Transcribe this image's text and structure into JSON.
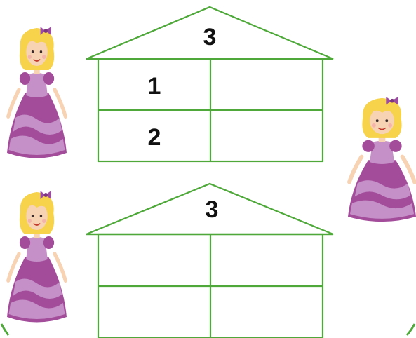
{
  "colors": {
    "house_outline": "#4fa83a",
    "dress_dark": "#a24c9a",
    "dress_light": "#c58fc7",
    "hair": "#f6d34a",
    "skin": "#f7d2b3",
    "bow": "#9b4ca0",
    "background": "#ffffff"
  },
  "houses": [
    {
      "roof_number": "3",
      "cells": [
        {
          "left": "1",
          "right": ""
        },
        {
          "left": "2",
          "right": ""
        }
      ]
    },
    {
      "roof_number": "3",
      "cells": [
        {
          "left": "",
          "right": ""
        },
        {
          "left": "",
          "right": ""
        }
      ]
    }
  ],
  "decorations": [
    "princess-icon",
    "princess-icon",
    "princess-icon"
  ]
}
